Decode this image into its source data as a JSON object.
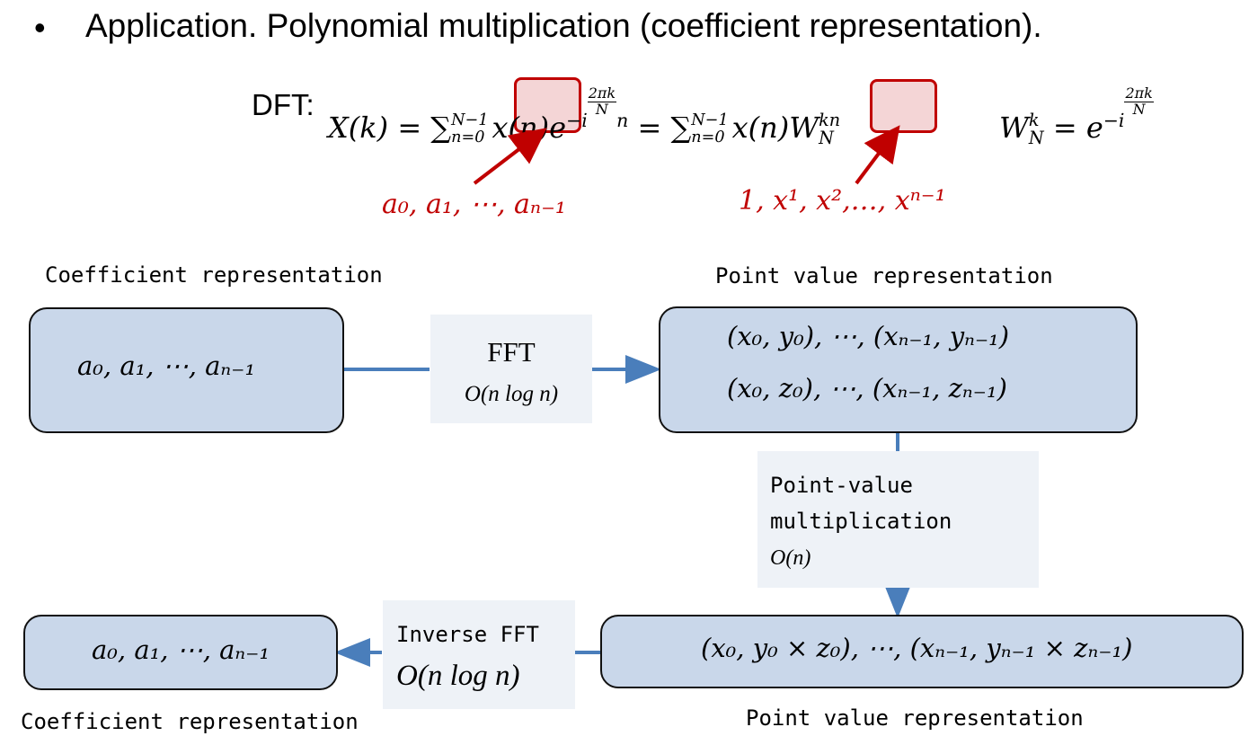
{
  "bullet": {
    "symbol": "•",
    "text": "Application.  Polynomial multiplication (coefficient representation)."
  },
  "dft": {
    "label": "DFT:",
    "lhs": "X(k) =",
    "sum1": "∑",
    "sum1_upper": "N−1",
    "sum1_lower": "n=0",
    "xn_highlight": "x(n)",
    "exp_base": "e",
    "exp_sign": "−i",
    "exp_frac_num": "2πk",
    "exp_frac_den": "N",
    "exp_tail": "n",
    "eq2": "=",
    "sum2": "∑",
    "sum2_upper": "N−1",
    "sum2_lower": "n=0",
    "xn2": "x(n)W",
    "w_highlight_sup": "kn",
    "w_highlight_sub": "N",
    "wdef_base": "W",
    "wdef_sup": "k",
    "wdef_sub": "N",
    "wdef_eq": "= e",
    "wdef_exp_sign": "−i",
    "wdef_frac_num": "2πk",
    "wdef_frac_den": "N"
  },
  "annotations": {
    "coeffs": "a₀, a₁, ⋯, aₙ₋₁",
    "powers": "1, x¹, x²,…, xⁿ⁻¹",
    "color": "#c00000"
  },
  "labels": {
    "coef_top": "Coefficient representation",
    "point_top": "Point value representation",
    "coef_bottom": "Coefficient representation",
    "point_bottom": "Point value representation"
  },
  "nodes": {
    "coef_in": "a₀, a₁, ⋯, aₙ₋₁",
    "points_line1": "(x₀, y₀), ⋯, (xₙ₋₁, yₙ₋₁)",
    "points_line2": "(x₀, z₀), ⋯, (xₙ₋₁, zₙ₋₁)",
    "product_points": "(x₀, y₀ × z₀), ⋯, (xₙ₋₁, yₙ₋₁ × zₙ₋₁)",
    "coef_out": "a₀, a₁, ⋯, aₙ₋₁"
  },
  "operations": {
    "fft_title": "FFT",
    "fft_cost": "O(n log n)",
    "pvm_title_line1": "Point-value",
    "pvm_title_line2": "multiplication",
    "pvm_cost": "O(n)",
    "ifft_title": "Inverse FFT",
    "ifft_cost": "O(n log n)"
  },
  "colors": {
    "node_fill": "#c9d7ea",
    "arrow": "#4a7ebb",
    "op_fill": "#eef2f7",
    "highlight_fill": "#f4d5d6",
    "highlight_border": "#c00000"
  }
}
